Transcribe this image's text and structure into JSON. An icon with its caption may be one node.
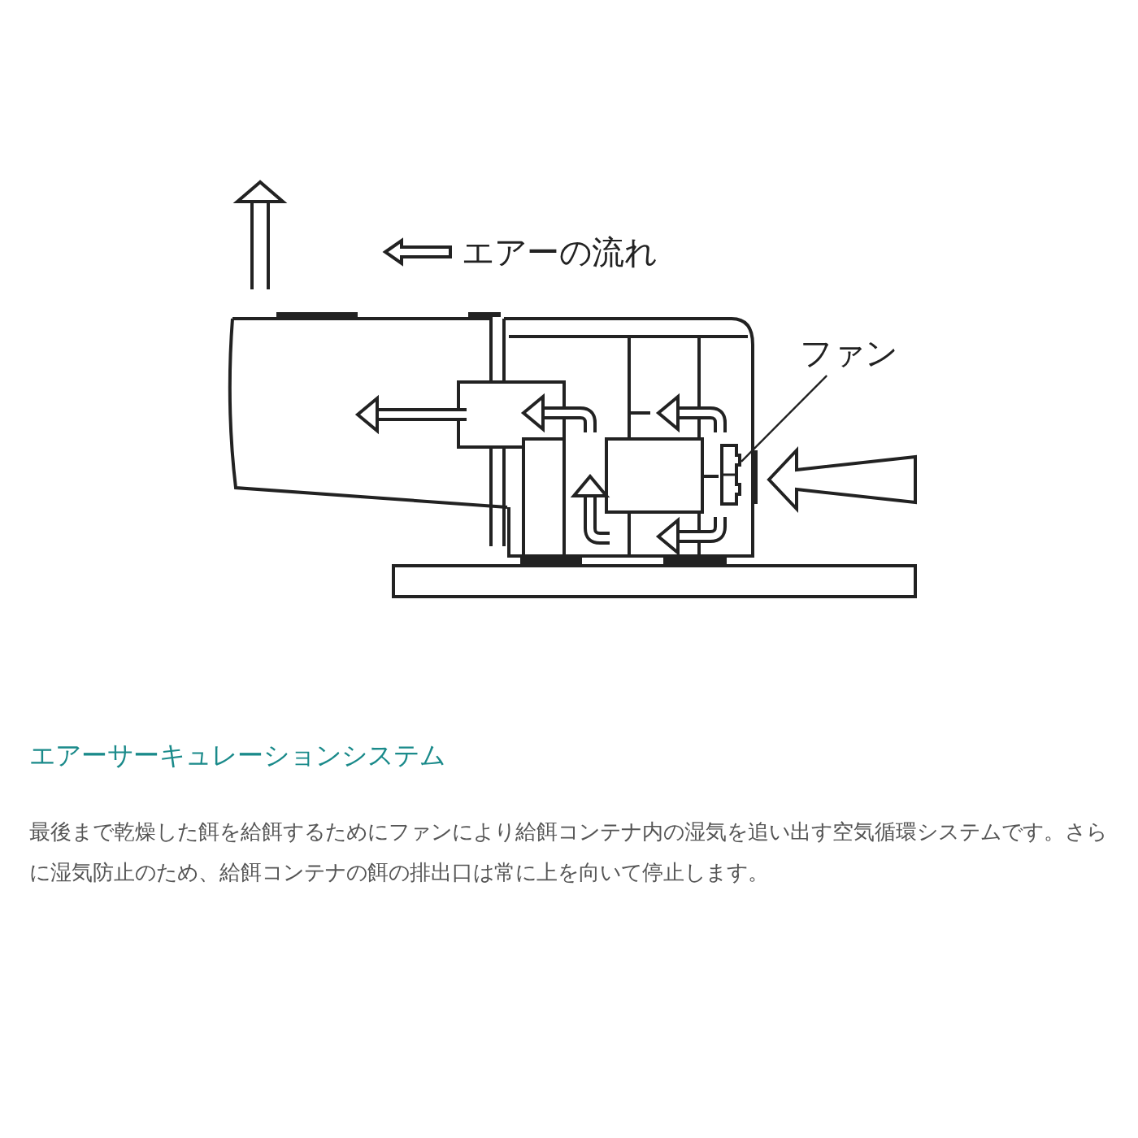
{
  "diagram": {
    "title": "エアーサーキュレーションシステム",
    "caption": "最後まで乾燥した餌を給餌するためにファンにより給餌コンテナ内の湿気を追い出す空気循環システムです。さらに湿気防止のため、給餌コンテナの餌の排出口は常に上を向いて停止します。",
    "nodes": [
      {
        "text": [
          "ファン"
        ]
      },
      {
        "text": [],
        "shape": "fan"
      }
    ],
    "edges": [
      {
        "from": 0,
        "to": 1,
        "arrow": "none"
      }
    ],
    "legend": [
      {
        "text": "エアーの流れ"
      }
    ]
  }
}
